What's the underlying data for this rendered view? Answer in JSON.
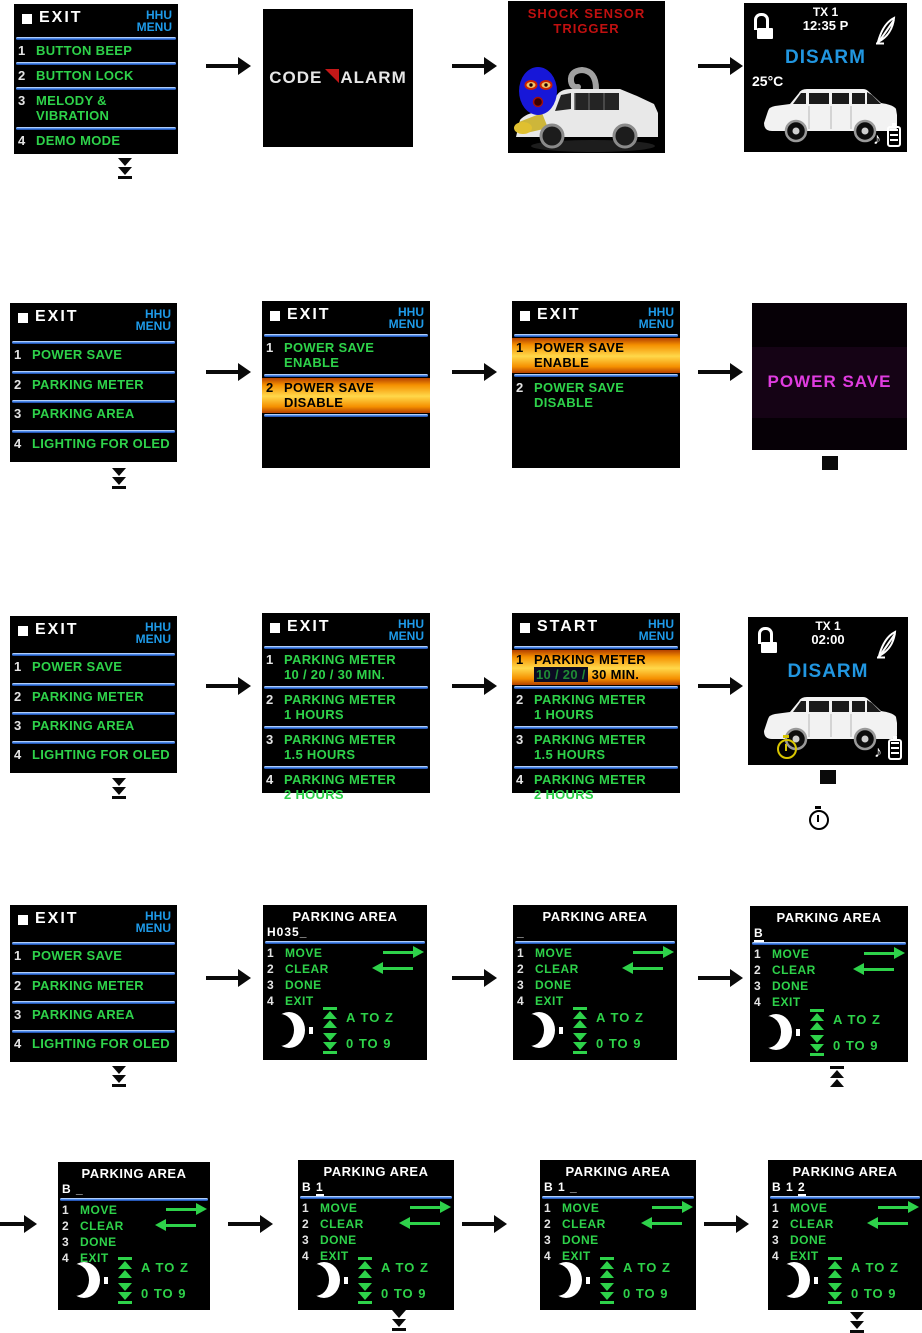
{
  "labels": {
    "exit": "EXIT",
    "start": "START",
    "hhu_menu": "HHU\nMENU"
  },
  "icons": {
    "music_note": "♪"
  },
  "colors": {
    "green": "#2ed24a",
    "menu_blue": "#1e9ae8",
    "disarm_blue": "#2196e0",
    "magenta": "#e03ce0",
    "red": "#c01010",
    "highlight_orange": "#ffd84a"
  },
  "settings_menu": {
    "items": [
      {
        "num": "1",
        "label": "BUTTON BEEP"
      },
      {
        "num": "2",
        "label": "BUTTON LOCK"
      },
      {
        "num": "3",
        "label": "MELODY &\nVIBRATION"
      },
      {
        "num": "4",
        "label": "DEMO MODE"
      }
    ]
  },
  "logo_screen": {
    "brand_code": "CODE",
    "brand_alarm": "ALARM"
  },
  "shock_screen": {
    "line1": "SHOCK SENSOR",
    "line2": "TRIGGER"
  },
  "status_disarm": {
    "tx": "TX 1",
    "time": "12:35 P",
    "state": "DISARM",
    "temp": "25°C"
  },
  "status_parking": {
    "tx": "TX 1",
    "time": "02:00",
    "state": "DISARM"
  },
  "main_menu": {
    "items": [
      {
        "num": "1",
        "label": "POWER SAVE"
      },
      {
        "num": "2",
        "label": "PARKING METER"
      },
      {
        "num": "3",
        "label": "PARKING AREA"
      },
      {
        "num": "4",
        "label": "LIGHTING FOR OLED"
      }
    ]
  },
  "power_save_menu": {
    "items": [
      {
        "num": "1",
        "label": "POWER SAVE\nENABLE"
      },
      {
        "num": "2",
        "label": "POWER SAVE\nDISABLE"
      }
    ]
  },
  "power_save_screen": {
    "label": "POWER SAVE"
  },
  "parking_meter_menu": {
    "items": [
      {
        "num": "1",
        "label": "PARKING METER\n10 / 20 / 30 MIN."
      },
      {
        "num": "2",
        "label": "PARKING METER\n1 HOURS"
      },
      {
        "num": "3",
        "label": "PARKING METER\n1.5 HOURS"
      },
      {
        "num": "4",
        "label": "PARKING METER\n2 HOURS"
      }
    ]
  },
  "parking_meter_selected": {
    "num": "1",
    "line1": "PARKING METER",
    "highlight": "10 / 20 /",
    "rest": " 30 MIN."
  },
  "parking_area": {
    "title": "PARKING AREA",
    "move": {
      "num": "1",
      "label": "MOVE"
    },
    "clear": {
      "num": "2",
      "label": "CLEAR"
    },
    "done": {
      "num": "3",
      "label": "DONE"
    },
    "exit": {
      "num": "4",
      "label": "EXIT"
    },
    "a_to_z": "A TO Z",
    "zero_to_9": "0 TO 9",
    "inputs": {
      "step1": {
        "text": "H035_",
        "cursor": ""
      },
      "step2": {
        "text": "_",
        "cursor": ""
      },
      "step3": {
        "text": "",
        "cursor": "B"
      },
      "step4": {
        "text": "B _",
        "cursor": ""
      },
      "step5": {
        "text": "B ",
        "cursor": "1"
      },
      "step6": {
        "text": "B 1 _",
        "cursor": ""
      },
      "step7": {
        "text": "B 1 ",
        "cursor": "2"
      }
    }
  }
}
